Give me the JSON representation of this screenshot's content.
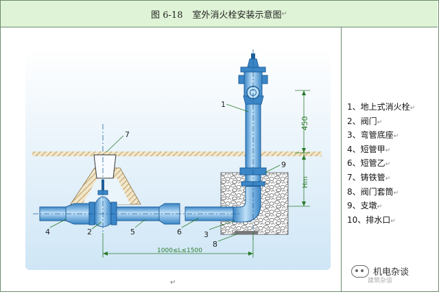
{
  "title": {
    "figure_no": "图 6-18",
    "text": "室外消火栓安装示意图",
    "para_mark": "↵"
  },
  "diagram": {
    "callouts": [
      "1",
      "2",
      "3",
      "4",
      "5",
      "6",
      "7",
      "8",
      "9"
    ],
    "dim_450": "450",
    "dim_hm": "Hm",
    "dim_span": "1000≤L≤1500"
  },
  "legend": [
    {
      "text": "1、地上式消火栓",
      "mark": "↵"
    },
    {
      "text": "2、阀门",
      "mark": "↵"
    },
    {
      "text": "3、弯管底座",
      "mark": "↵"
    },
    {
      "text": "4、短管甲",
      "mark": "↵"
    },
    {
      "text": "6、短管乙",
      "mark": "↵"
    },
    {
      "text": "7、铸铁管",
      "mark": "↵"
    },
    {
      "text": "8、阀门套筒",
      "mark": "↵"
    },
    {
      "text": "9、支墩",
      "mark": "↵"
    },
    {
      "text": "10、排水口",
      "mark": "↵"
    }
  ],
  "footer_mark": "↵",
  "watermark": {
    "text": "机电杂谈",
    "sub": "建筑杂谈"
  }
}
